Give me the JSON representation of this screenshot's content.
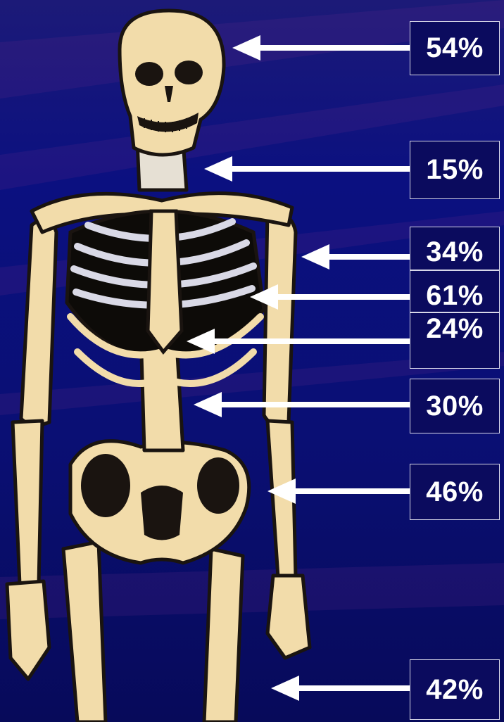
{
  "colors": {
    "background": "#0a0a6e",
    "label_box": "#0b0b5e",
    "label_border": "#d8d8e8",
    "label_text": "#ffffff",
    "arrow": "#ffffff",
    "bone": "#f2dcaa",
    "bone_shadow": "#1a1410",
    "cartilage": "#d9d9e6"
  },
  "labels": [
    {
      "name": "skull",
      "text": "54%"
    },
    {
      "name": "neck",
      "text": "15%"
    },
    {
      "name": "shoulder",
      "text": "34%"
    },
    {
      "name": "ribs",
      "text": "61%"
    },
    {
      "name": "sternum",
      "text": "24%"
    },
    {
      "name": "spine",
      "text": "30%"
    },
    {
      "name": "arm",
      "text": "46%"
    },
    {
      "name": "leg",
      "text": "42%"
    }
  ],
  "icons": {
    "figure": "skeleton-icon",
    "pointer": "arrow-left-icon"
  }
}
